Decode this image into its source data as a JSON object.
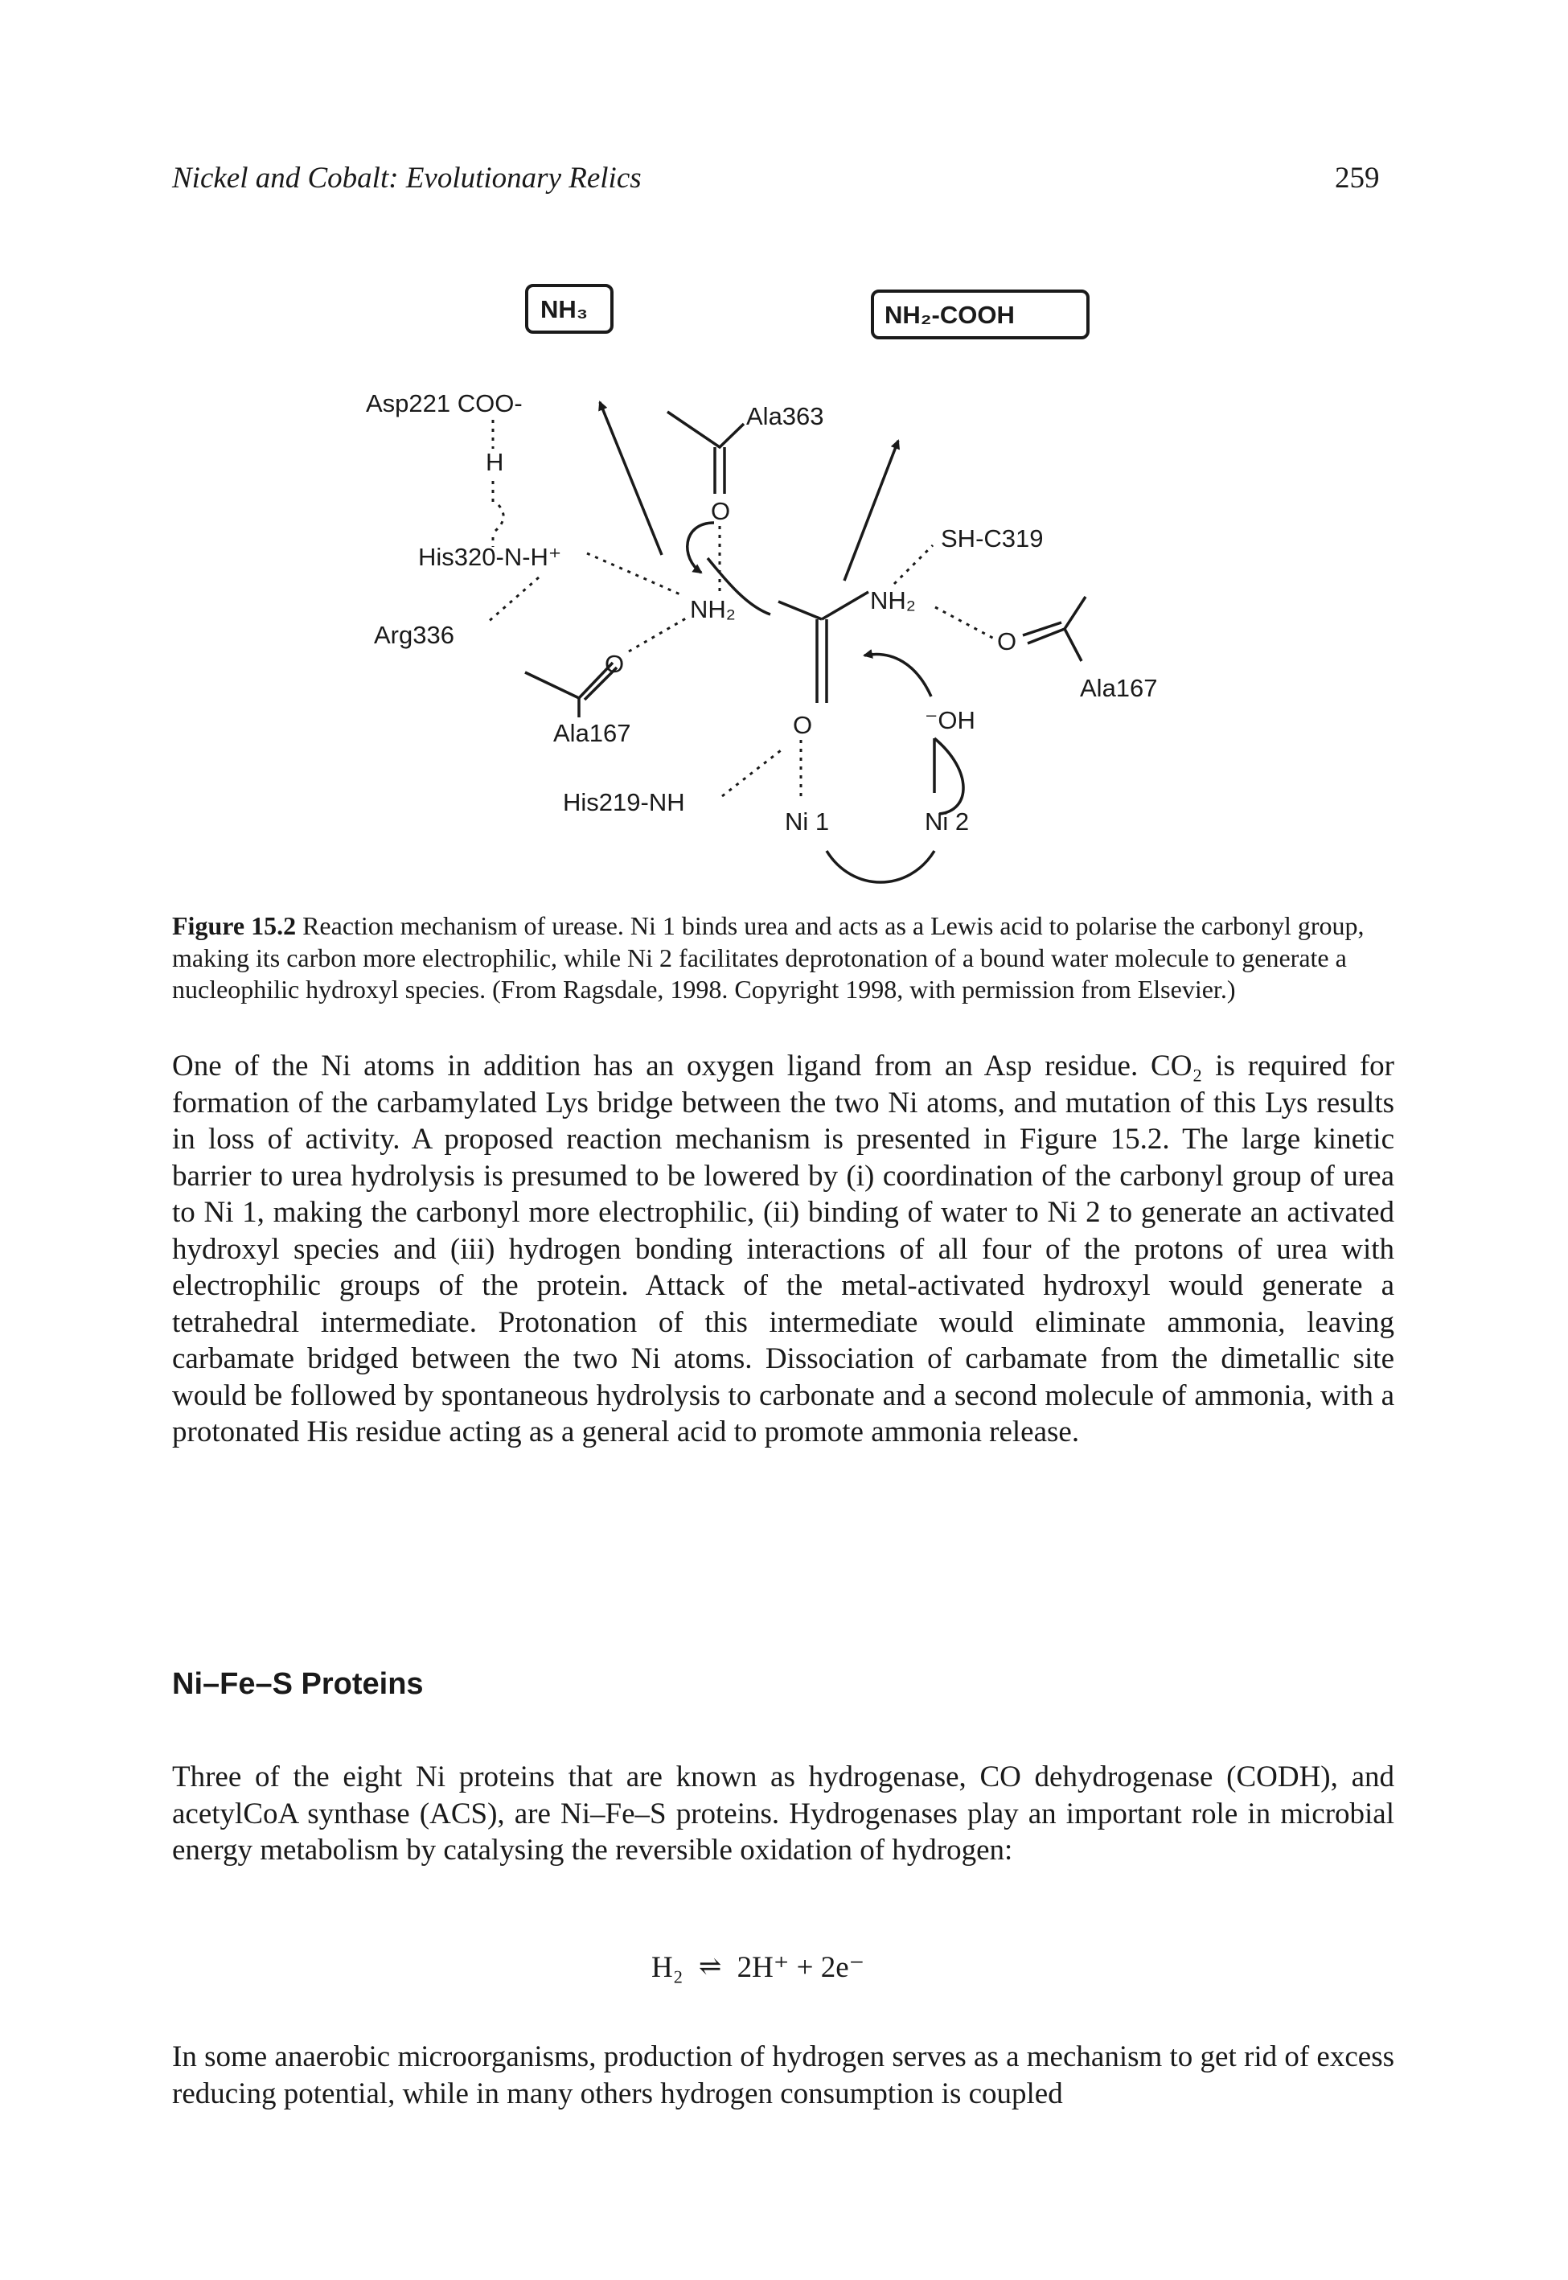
{
  "header": {
    "running_title": "Nickel and Cobalt: Evolutionary Relics",
    "page_number": "259"
  },
  "figure": {
    "labels": {
      "box_left": "NH₃",
      "box_right": "NH₂-COOH",
      "asp221": "Asp221 COO-",
      "h": "H",
      "his320": "His320-N-H⁺",
      "arg336": "Arg336",
      "ala363": "Ala363",
      "o_top": "O",
      "nh2_left": "NH₂",
      "nh2_right": "NH₂",
      "sh_c319": "SH-C319",
      "o_right": "O",
      "ala167_right": "Ala167",
      "o_left": "O",
      "ala167_left": "Ala167",
      "o_bottom": "O",
      "oh": "⁻OH",
      "his219": "His219-NH",
      "ni1": "Ni 1",
      "ni2": "Ni 2"
    },
    "caption_label": "Figure 15.2",
    "caption_text": " Reaction mechanism of urease. Ni 1 binds urea and acts as a Lewis acid to polarise the carbonyl group, making its carbon more electrophilic, while Ni 2 facilitates deprotonation of a bound water molecule to generate a nucleophilic hydroxyl species. (From Ragsdale, 1998. Copyright 1998, with permission from Elsevier.)"
  },
  "body": {
    "paragraph1": "One of the Ni atoms in addition has an oxygen ligand from an Asp residue. CO₂ is required for formation of the carbamylated Lys bridge between the two Ni atoms, and mutation of this Lys results in loss of activity. A proposed reaction mechanism is presented in Figure 15.2. The large kinetic barrier to urea hydrolysis is presumed to be lowered by (i) coordination of the carbonyl group of urea to Ni 1, making the carbonyl more electrophilic, (ii) binding of water to Ni 2 to generate an activated hydroxyl species and (iii) hydrogen bonding interactions of all four of the protons of urea with electrophilic groups of the protein. Attack of the metal-activated hydroxyl would generate a tetrahedral intermediate. Protonation of this intermediate would eliminate ammonia, leaving carbamate bridged between the two Ni atoms. Dissociation of carbamate from the dimetallic site would be followed by spontaneous hydrolysis to carbonate and a second molecule of ammonia, with a protonated His residue acting as a general acid to promote ammonia release.",
    "section_heading": "Ni–Fe–S Proteins",
    "paragraph2": "Three of the eight Ni proteins that are known as hydrogenase, CO dehydrogenase (CODH), and acetylCoA synthase (ACS), are Ni–Fe–S proteins. Hydrogenases play an important role in microbial energy metabolism by catalysing the reversible oxidation of hydrogen:",
    "equation_left": "H₂",
    "equation_arrows": "⇌",
    "equation_right": "2H⁺ + 2e⁻",
    "paragraph3": "In some anaerobic microorganisms, production of hydrogen serves as a mechanism to get rid of excess reducing potential, while in many others hydrogen consumption is coupled"
  }
}
